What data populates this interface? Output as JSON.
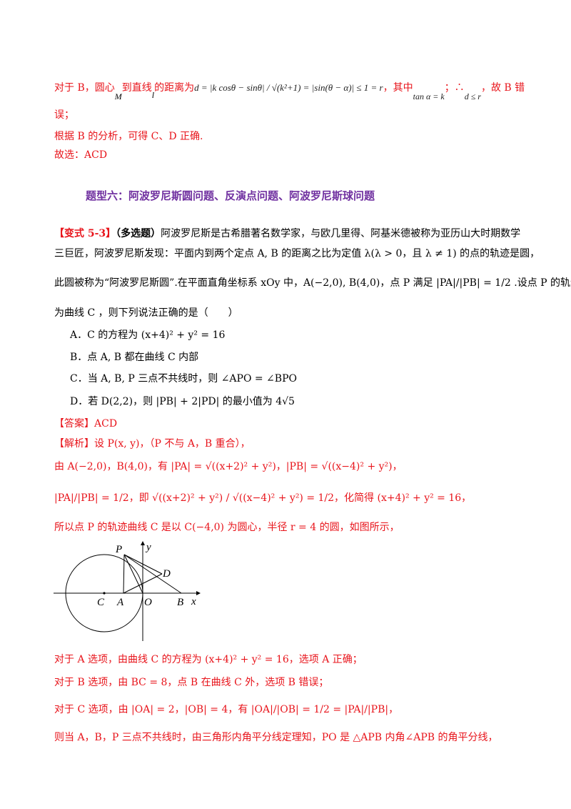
{
  "para_b": {
    "prefix": "对于 B，圆心",
    "m": "M",
    "to_line": "到直线",
    "l": "l",
    "distance": "的距离为",
    "formula": "d = |k cosθ − sinθ| / √(k²+1) = |sin(θ − α)| ≤ 1 = r",
    "where": "，其中",
    "tan": "tan α = k",
    "therefore": "；∴",
    "dle": "d ≤ r",
    "suffix": "，故 B 错",
    "wrap": "误；"
  },
  "conclusion_1": "根据 B 的分析，可得 C、D 正确.",
  "answer_line_1": "故选：ACD",
  "section_title": "题型六：阿波罗尼斯圆问题、反演点问题、阿波罗尼斯球问题",
  "problem": {
    "tag": "【变式 5-3】",
    "type": "（多选题）",
    "line1": "阿波罗尼斯是古希腊著名数学家，与欧几里得、阿基米德被称为亚历山大时期数学",
    "line2": "三巨匠，阿波罗尼斯发现：平面内到两个定点 A, B 的距离之比为定值 λ(λ > 0，且 λ ≠ 1) 的点的轨迹是圆，",
    "line3": "此圆被称为“阿波罗尼斯圆”.在平面直角坐标系 xOy 中，A(−2,0), B(4,0)，点 P 满足 |PA|/|PB| = 1/2 .设点 P 的轨迹",
    "line4": "为曲线 C ，则下列说法正确的是（　　）"
  },
  "options": [
    {
      "label": "A．",
      "text": "C 的方程为 (x+4)² + y² = 16"
    },
    {
      "label": "B．",
      "text": "点 A, B 都在曲线 C 内部"
    },
    {
      "label": "C．",
      "text": "当 A, B, P 三点不共线时，则 ∠APO = ∠BPO"
    },
    {
      "label": "D．",
      "text": "若 D(2,2)，则 |PB| + 2|PD| 的最小值为 4√5"
    }
  ],
  "answer": "【答案】ACD",
  "analysis": {
    "l1": "【解析】设 P(x, y)，（P 不与 A，B 重合），",
    "l2": "由 A(−2,0)，B(4,0)，有 |PA| = √((x+2)² + y²)，|PB| = √((x−4)² + y²)，",
    "l3": "|PA|/|PB| = 1/2，即 √((x+2)² + y²) / √((x−4)² + y²) = 1/2，化简得 (x+4)² + y² = 16，",
    "l4": "所以点 P 的轨迹曲线 C 是以 C(−4,0) 为圆心，半径 r = 4 的圆，如图所示，"
  },
  "figure_labels": {
    "y": "y",
    "x": "x",
    "p": "P",
    "d": "D",
    "c": "C",
    "a": "A",
    "o": "O",
    "b": "B"
  },
  "after": {
    "a": "对于 A 选项，由曲线 C 的方程为 (x+4)² + y² = 16，选项 A 正确；",
    "b": "对于 B 选项，由 BC = 8，点 B 在曲线 C 外，选项 B 错误；",
    "c": "对于 C 选项，由 |OA| = 2，|OB| = 4，有 |OA|/|OB| = 1/2 = |PA|/|PB|，",
    "d": "则当 A，B，P 三点不共线时，由三角形内角平分线定理知，PO 是 △APB 内角∠APB 的角平分线，"
  }
}
